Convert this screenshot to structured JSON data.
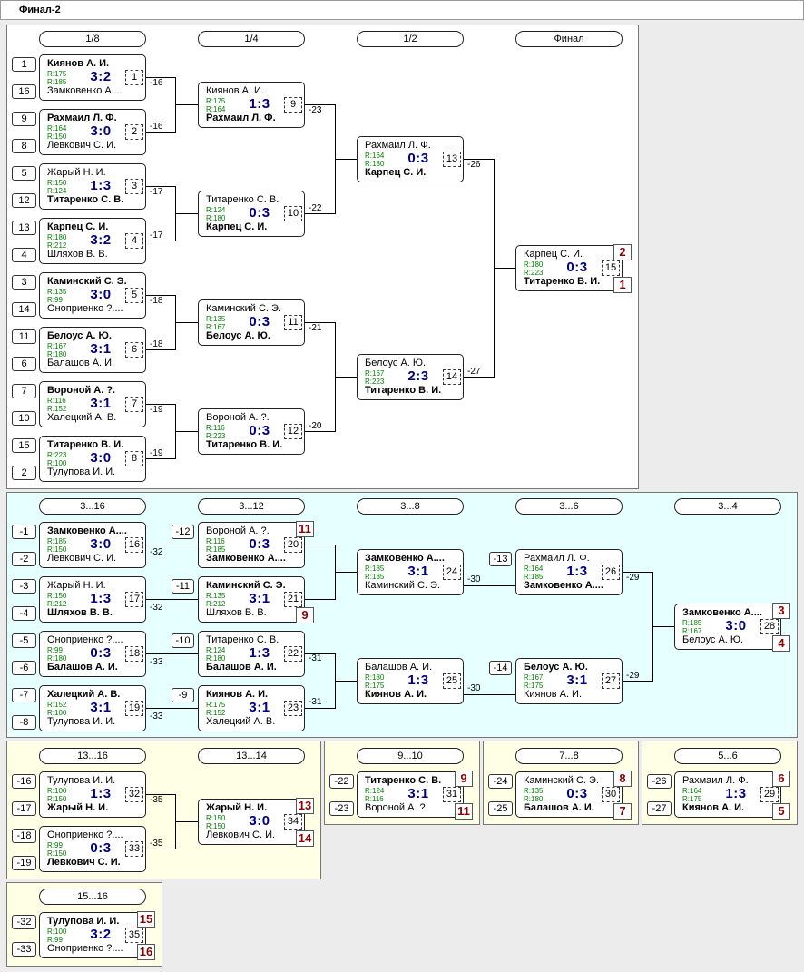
{
  "title": "Финал-2",
  "colors": {
    "panel_main": "#ffffff",
    "panel_cons": "#e6ffff",
    "panel_small": "#ffffe6",
    "rating": "#008000",
    "score": "#000080",
    "place": "#8b0000"
  },
  "rounds": [
    "1/8",
    "1/4",
    "1/2",
    "Финал",
    "3...16",
    "3...12",
    "3...8",
    "3...6",
    "3...4",
    "13...16",
    "13...14",
    "9...10",
    "7...8",
    "5...6",
    "15...16"
  ],
  "matches": [
    {
      "p1": "Киянов А. И.",
      "r1": "R:175",
      "p2": "Замковенко А....",
      "r2": "R:185",
      "score": "3:2",
      "num": "1",
      "win": 1
    },
    {
      "p1": "Рахмаил Л. Ф.",
      "r1": "R:164",
      "p2": "Левкович С. И.",
      "r2": "R:150",
      "score": "3:0",
      "num": "2",
      "win": 1
    },
    {
      "p1": "Жарый Н. И.",
      "r1": "R:150",
      "p2": "Титаренко С. В.",
      "r2": "R:124",
      "score": "1:3",
      "num": "3",
      "win": 2
    },
    {
      "p1": "Карпец С. И.",
      "r1": "R:180",
      "p2": "Шляхов В. В.",
      "r2": "R:212",
      "score": "3:2",
      "num": "4",
      "win": 1
    },
    {
      "p1": "Каминский С. Э.",
      "r1": "R:135",
      "p2": "Оноприенко ?....",
      "r2": "R:99",
      "score": "3:0",
      "num": "5",
      "win": 1
    },
    {
      "p1": "Белоус А. Ю.",
      "r1": "R:167",
      "p2": "Балашов А. И.",
      "r2": "R:180",
      "score": "3:1",
      "num": "6",
      "win": 1
    },
    {
      "p1": "Вороной А. ?.",
      "r1": "R:116",
      "p2": "Халецкий А. В.",
      "r2": "R:152",
      "score": "3:1",
      "num": "7",
      "win": 1
    },
    {
      "p1": "Титаренко В. И.",
      "r1": "R:223",
      "p2": "Тулупова И. И.",
      "r2": "R:100",
      "score": "3:0",
      "num": "8",
      "win": 1
    },
    {
      "p1": "Киянов А. И.",
      "r1": "R:175",
      "p2": "Рахмаил Л. Ф.",
      "r2": "R:164",
      "score": "1:3",
      "num": "9",
      "win": 2
    },
    {
      "p1": "Титаренко С. В.",
      "r1": "R:124",
      "p2": "Карпец С. И.",
      "r2": "R:180",
      "score": "0:3",
      "num": "10",
      "win": 2
    },
    {
      "p1": "Каминский С. Э.",
      "r1": "R:135",
      "p2": "Белоус А. Ю.",
      "r2": "R:167",
      "score": "0:3",
      "num": "11",
      "win": 2
    },
    {
      "p1": "Вороной А. ?.",
      "r1": "R:116",
      "p2": "Титаренко В. И.",
      "r2": "R:223",
      "score": "0:3",
      "num": "12",
      "win": 2
    },
    {
      "p1": "Рахмаил Л. Ф.",
      "r1": "R:164",
      "p2": "Карпец С. И.",
      "r2": "R:180",
      "score": "0:3",
      "num": "13",
      "win": 2
    },
    {
      "p1": "Белоус А. Ю.",
      "r1": "R:167",
      "p2": "Титаренко В. И.",
      "r2": "R:223",
      "score": "2:3",
      "num": "14",
      "win": 2
    },
    {
      "p1": "Карпец С. И.",
      "r1": "R:180",
      "p2": "Титаренко В. И.",
      "r2": "R:223",
      "score": "0:3",
      "num": "15",
      "win": 2
    },
    {
      "p1": "Замковенко А....",
      "r1": "R:185",
      "p2": "Левкович С. И.",
      "r2": "R:150",
      "score": "3:0",
      "num": "16",
      "win": 1
    },
    {
      "p1": "Жарый Н. И.",
      "r1": "R:150",
      "p2": "Шляхов В. В.",
      "r2": "R:212",
      "score": "1:3",
      "num": "17",
      "win": 2
    },
    {
      "p1": "Оноприенко ?....",
      "r1": "R:99",
      "p2": "Балашов А. И.",
      "r2": "R:180",
      "score": "0:3",
      "num": "18",
      "win": 2
    },
    {
      "p1": "Халецкий А. В.",
      "r1": "R:152",
      "p2": "Тулупова И. И.",
      "r2": "R:100",
      "score": "3:1",
      "num": "19",
      "win": 1
    },
    {
      "p1": "Вороной А. ?.",
      "r1": "R:116",
      "p2": "Замковенко А....",
      "r2": "R:185",
      "score": "0:3",
      "num": "20",
      "win": 2
    },
    {
      "p1": "Каминский С. Э.",
      "r1": "R:135",
      "p2": "Шляхов В. В.",
      "r2": "R:212",
      "score": "3:1",
      "num": "21",
      "win": 1
    },
    {
      "p1": "Титаренко С. В.",
      "r1": "R:124",
      "p2": "Балашов А. И.",
      "r2": "R:180",
      "score": "1:3",
      "num": "22",
      "win": 2
    },
    {
      "p1": "Киянов А. И.",
      "r1": "R:175",
      "p2": "Халецкий А. В.",
      "r2": "R:152",
      "score": "3:1",
      "num": "23",
      "win": 1
    },
    {
      "p1": "Замковенко А....",
      "r1": "R:185",
      "p2": "Каминский С. Э.",
      "r2": "R:135",
      "score": "3:1",
      "num": "24",
      "win": 1
    },
    {
      "p1": "Балашов А. И.",
      "r1": "R:180",
      "p2": "Киянов А. И.",
      "r2": "R:175",
      "score": "1:3",
      "num": "25",
      "win": 2
    },
    {
      "p1": "Рахмаил Л. Ф.",
      "r1": "R:164",
      "p2": "Замковенко А....",
      "r2": "R:185",
      "score": "1:3",
      "num": "26",
      "win": 2
    },
    {
      "p1": "Белоус А. Ю.",
      "r1": "R:167",
      "p2": "Киянов А. И.",
      "r2": "R:175",
      "score": "3:1",
      "num": "27",
      "win": 1
    },
    {
      "p1": "Замковенко А....",
      "r1": "R:185",
      "p2": "Белоус А. Ю.",
      "r2": "R:167",
      "score": "3:0",
      "num": "28",
      "win": 1
    },
    {
      "p1": "Рахмаил Л. Ф.",
      "r1": "R:164",
      "p2": "Киянов А. И.",
      "r2": "R:175",
      "score": "1:3",
      "num": "29",
      "win": 2
    },
    {
      "p1": "Каминский С. Э.",
      "r1": "R:135",
      "p2": "Балашов А. И.",
      "r2": "R:180",
      "score": "0:3",
      "num": "30",
      "win": 2
    },
    {
      "p1": "Титаренко С. В.",
      "r1": "R:124",
      "p2": "Вороной А. ?.",
      "r2": "R:116",
      "score": "3:1",
      "num": "31",
      "win": 1
    },
    {
      "p1": "Тулупова И. И.",
      "r1": "R:100",
      "p2": "Жарый Н. И.",
      "r2": "R:150",
      "score": "1:3",
      "num": "32",
      "win": 2
    },
    {
      "p1": "Оноприенко ?....",
      "r1": "R:99",
      "p2": "Левкович С. И.",
      "r2": "R:150",
      "score": "0:3",
      "num": "33",
      "win": 2
    },
    {
      "p1": "Жарый Н. И.",
      "r1": "R:150",
      "p2": "Левкович С. И.",
      "r2": "R:150",
      "score": "3:0",
      "num": "34",
      "win": 1
    },
    {
      "p1": "Тулупова И. И.",
      "r1": "R:100",
      "p2": "Оноприенко ?....",
      "r2": "R:99",
      "score": "3:2",
      "num": "35",
      "win": 1
    }
  ],
  "seeds": [
    "1",
    "16",
    "9",
    "8",
    "5",
    "12",
    "13",
    "4",
    "3",
    "14",
    "11",
    "6",
    "7",
    "10",
    "15",
    "2",
    "-1",
    "-2",
    "-3",
    "-4",
    "-5",
    "-6",
    "-7",
    "-8",
    "-12",
    "-11",
    "-10",
    "-9",
    "-13",
    "-14",
    "-16",
    "-17",
    "-18",
    "-19",
    "-22",
    "-23",
    "-24",
    "-25",
    "-26",
    "-27",
    "-32",
    "-33"
  ],
  "placements": [
    "2",
    "1",
    "11",
    "9",
    "3",
    "4",
    "13",
    "14",
    "9",
    "11",
    "8",
    "7",
    "6",
    "5",
    "15",
    "16"
  ],
  "loser_labels": [
    "-16",
    "-16",
    "-17",
    "-17",
    "-18",
    "-18",
    "-19",
    "-19",
    "-23",
    "-22",
    "-21",
    "-20",
    "-26",
    "-27",
    "-32",
    "-32",
    "-33",
    "-33",
    "-31",
    "-31",
    "-30",
    "-30",
    "-29",
    "-29",
    "-35",
    "-35"
  ]
}
